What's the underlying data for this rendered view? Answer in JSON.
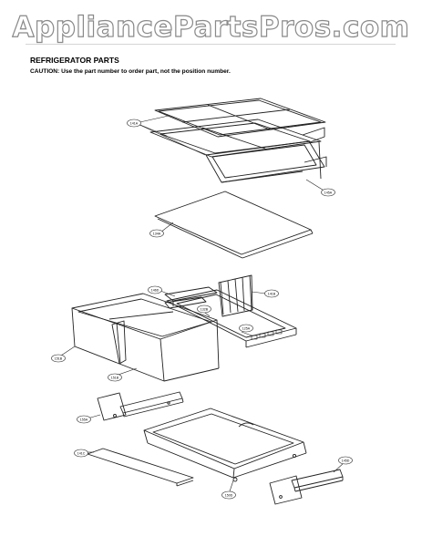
{
  "watermark": "AppliancePartsPros.com",
  "page": {
    "heading": "REFRIGERATOR PARTS",
    "caution": "CAUTION: Use the part number to order part, not the position number."
  },
  "callouts": {
    "c1": "141A",
    "c2": "145A",
    "c3": "134A",
    "c4": "146D",
    "c5": "141B",
    "c6": "132B",
    "c7": "125A",
    "c8": "151B",
    "c9": "151B",
    "c10": "155A",
    "c11": "141C",
    "c12": "150D",
    "c13": "145D"
  }
}
